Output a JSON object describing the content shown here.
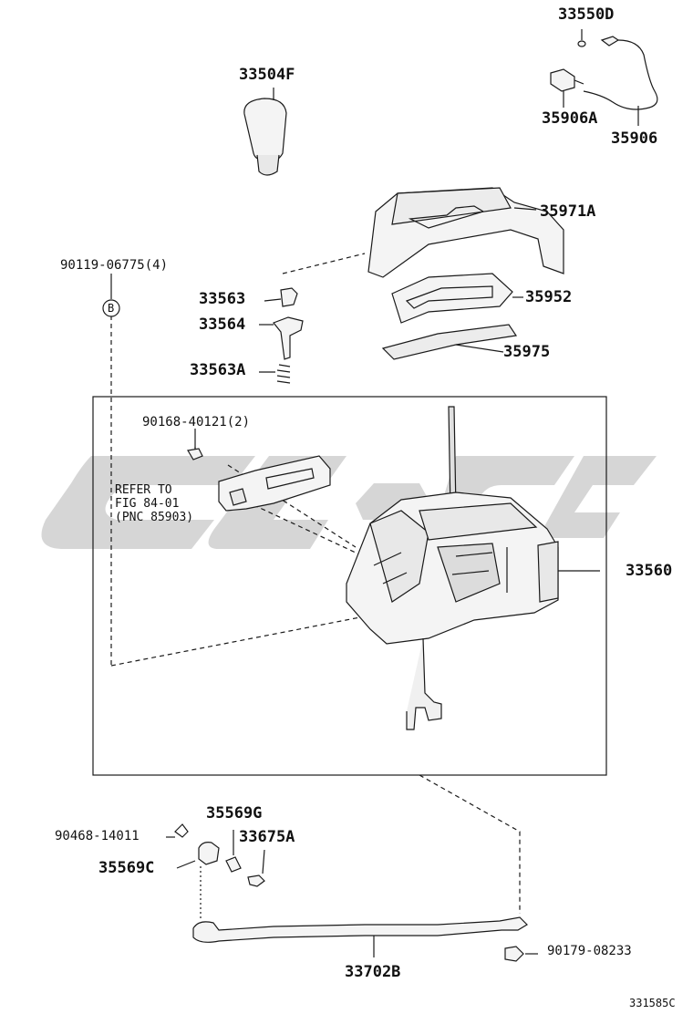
{
  "labels": {
    "p33550D": "33550D",
    "p33504F": "33504F",
    "p35906A": "35906A",
    "p35906": "35906",
    "p35971A": "35971A",
    "p90119": "90119-06775(4)",
    "pB": "B",
    "p33563": "33563",
    "p35952": "35952",
    "p33564": "33564",
    "p35975": "35975",
    "p33563A": "33563A",
    "p90168": "90168-40121(2)",
    "p33560": "33560",
    "p35569G": "35569G",
    "p90468": "90468-14011",
    "p33675A": "33675A",
    "p35569C": "35569C",
    "p90179": "90179-08233",
    "p33702B": "33702B"
  },
  "note": {
    "line1": "REFER TO",
    "line2": "FIG 84-01",
    "line3": "(PNC 85903)"
  },
  "figure_code": "331585C",
  "colors": {
    "line": "#1a1a1a",
    "watermark": "#cfcfcf",
    "part_fill": "#f4f4f4",
    "part_shade": "#dcdcdc"
  }
}
